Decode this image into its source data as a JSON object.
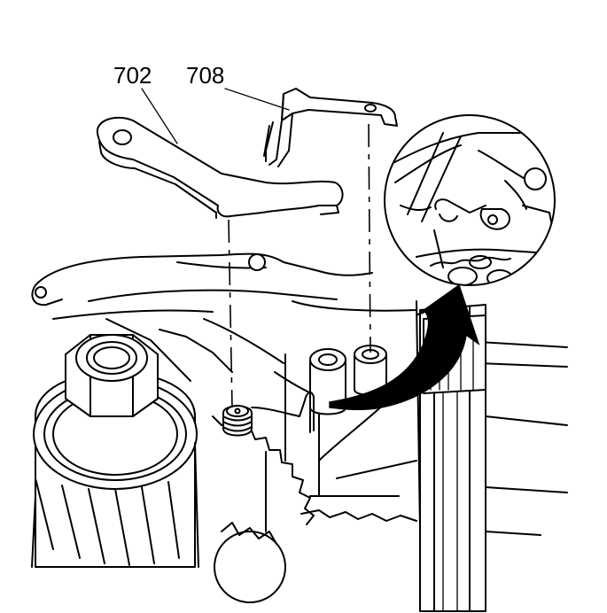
{
  "callouts": [
    {
      "id": "702",
      "text": "702"
    },
    {
      "id": "708",
      "text": "708"
    }
  ],
  "colors": {
    "ink": "#000000",
    "paper": "#ffffff"
  }
}
